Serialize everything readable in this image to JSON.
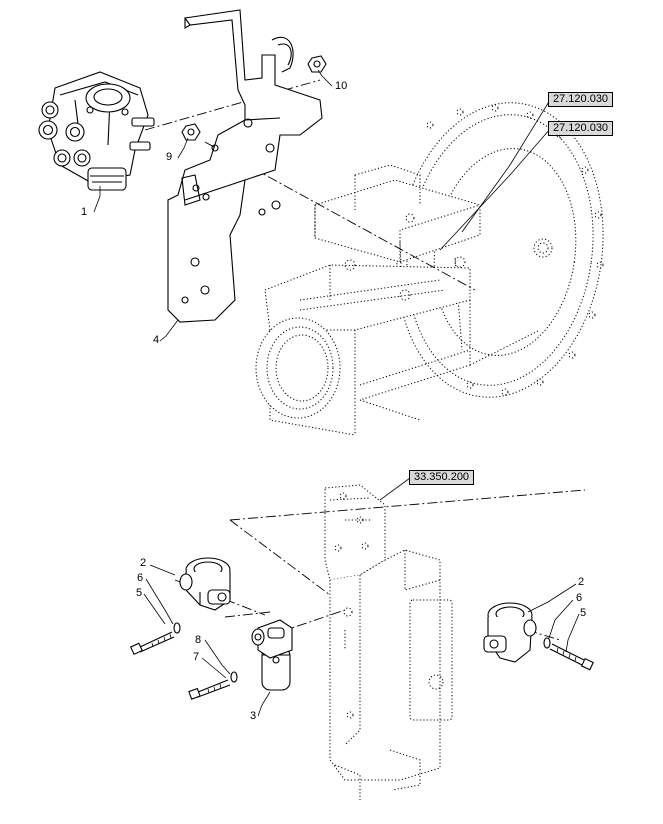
{
  "references": {
    "ref_a": "27.120.030",
    "ref_b": "27.120.030",
    "ref_c": "33.350.200"
  },
  "callouts": {
    "c1": "1",
    "c2a": "2",
    "c2b": "2",
    "c3": "3",
    "c4": "4",
    "c5a": "5",
    "c5b": "5",
    "c6a": "6",
    "c6b": "6",
    "c7": "7",
    "c8": "8",
    "c9": "9",
    "c10": "10"
  },
  "colors": {
    "line": "#000000",
    "ref_fill": "#d9d9d9",
    "background": "#ffffff"
  }
}
